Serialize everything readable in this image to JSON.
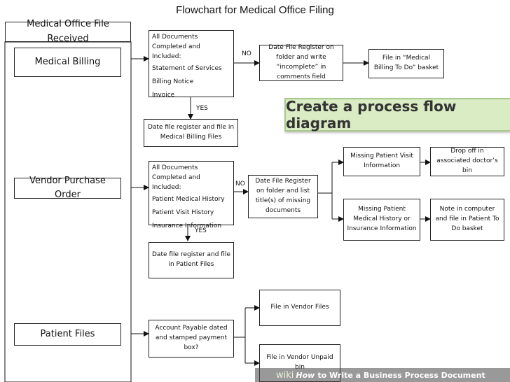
{
  "title": "Flowchart for Medical Office Filing",
  "banner": "Create a process flow diagram",
  "watermark": {
    "wiki": "wiki",
    "how": "How",
    "rest": "to Write a Business Process Document"
  },
  "nodes": {
    "received": "Medical Office File Received",
    "billing": "Medical Billing",
    "vendor": "Vendor Purchase Order",
    "patient": "Patient Files",
    "billing_check": [
      "All Documents Completed and Included:",
      "Statement of Services",
      "Billing Notice",
      "Invoice"
    ],
    "billing_incomplete": "Date File Register on folder and write “incomplete” in comments field",
    "billing_todo": "File in “Medical Billing To Do” basket",
    "billing_files": "Date file register and file in Medical Billing Files",
    "vendor_check": [
      "All Documents Completed and Included:",
      "Patient Medical History",
      "Patient Visit History",
      "Insurance Information"
    ],
    "vendor_missing": "Date File Register on folder and list title(s) of missing documents",
    "missing_visit": "Missing Patient Visit Information",
    "doctor_bin": "Drop off in associated doctor’s bin",
    "missing_history": "Missing Patient Medical History or Insurance Information",
    "patient_todo": "Note in computer and file in Patient To Do basket",
    "patient_files_box": "Date file register and file in Patient Files",
    "payable_check": "Account Payable dated and stamped payment box?",
    "vendor_files": "File in Vendor Files",
    "vendor_unpaid": "File in Vendor Unpaid bin"
  },
  "edge_labels": {
    "no": "NO",
    "yes": "YES"
  }
}
